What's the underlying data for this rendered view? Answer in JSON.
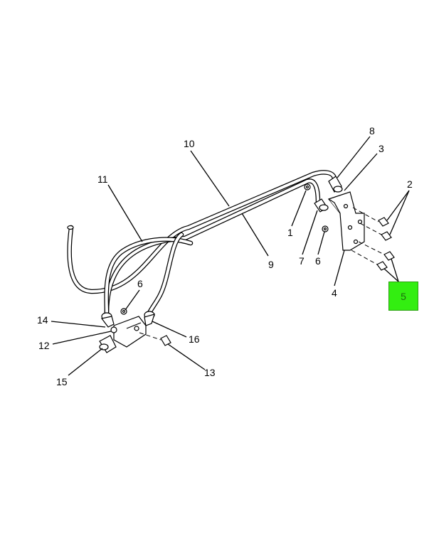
{
  "callouts": {
    "c1": "1",
    "c2": "2",
    "c3": "3",
    "c4": "4",
    "c5": "5",
    "c6a": "6",
    "c6b": "6",
    "c7": "7",
    "c8": "8",
    "c9": "9",
    "c10": "10",
    "c11": "11",
    "c12": "12",
    "c13": "13",
    "c14": "14",
    "c15": "15",
    "c16": "16"
  },
  "highlight": {
    "label": "5",
    "color": "#33ee11"
  }
}
